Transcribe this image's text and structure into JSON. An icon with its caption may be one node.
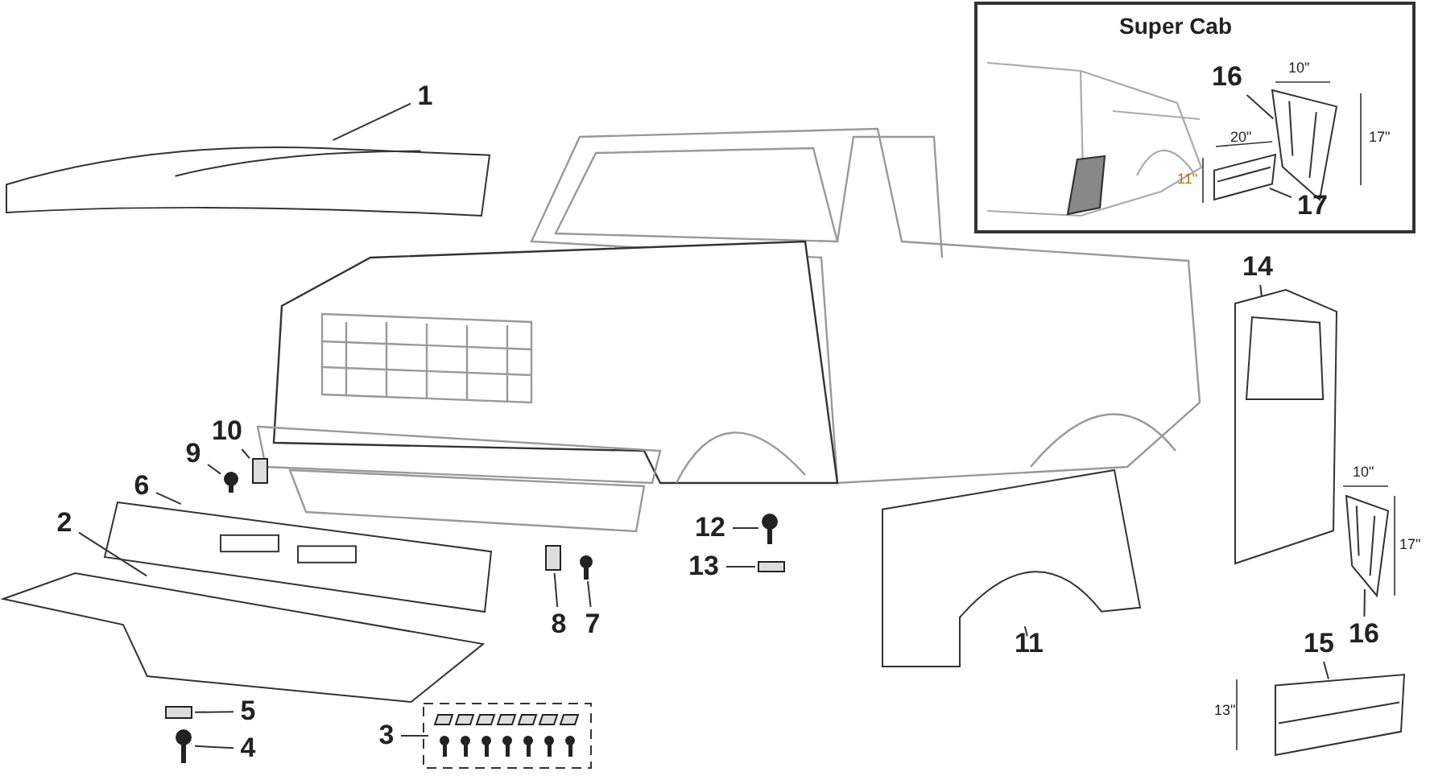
{
  "diagram": {
    "nodes": [
      {
        "text": [
          "Super Cab"
        ]
      },
      {
        "text": [
          "16"
        ],
        "in": 0
      },
      {
        "text": [],
        "shape": "picture",
        "in": 0
      },
      {
        "text": [
          "17"
        ],
        "in": 0
      },
      {
        "text": [],
        "shape": "picture",
        "in": 0
      },
      {
        "text": [
          "1"
        ]
      },
      {
        "text": [],
        "shape": "picture"
      },
      {
        "text": [
          "14"
        ]
      },
      {
        "text": [],
        "shape": "picture"
      },
      {
        "text": [
          "6"
        ]
      },
      {
        "text": [],
        "shape": "picture"
      },
      {
        "text": [
          "9"
        ]
      },
      {
        "text": [],
        "shape": "circle"
      },
      {
        "text": [
          "10"
        ]
      },
      {
        "text": [],
        "shape": "box"
      },
      {
        "text": [
          "2"
        ]
      },
      {
        "text": [],
        "shape": "picture"
      },
      {
        "text": [
          "12"
        ]
      },
      {
        "text": [],
        "shape": "circle"
      },
      {
        "text": [
          "13"
        ]
      },
      {
        "text": [],
        "shape": "box"
      },
      {
        "text": [
          "8"
        ]
      },
      {
        "text": [],
        "shape": "box"
      },
      {
        "text": [
          "7"
        ]
      },
      {
        "text": [],
        "shape": "circle"
      },
      {
        "text": [
          "11"
        ]
      },
      {
        "text": [],
        "shape": "picture"
      },
      {
        "text": [
          "16"
        ]
      },
      {
        "text": [],
        "shape": "picture"
      },
      {
        "text": [
          "15"
        ]
      },
      {
        "text": [],
        "shape": "picture"
      },
      {
        "text": [
          "5"
        ]
      },
      {
        "text": [],
        "shape": "box"
      },
      {
        "text": [
          "3"
        ]
      },
      {
        "text": [],
        "shape": "picture"
      },
      {
        "text": [
          "4"
        ]
      },
      {
        "text": [],
        "shape": "circle"
      }
    ],
    "edges": [
      {
        "from": 1,
        "to": 2,
        "arrow": "none"
      },
      {
        "from": 3,
        "to": 4,
        "arrow": "none"
      },
      {
        "from": 5,
        "to": 6,
        "arrow": "none"
      },
      {
        "from": 7,
        "to": 8,
        "arrow": "none"
      },
      {
        "from": 9,
        "to": 10,
        "arrow": "none"
      },
      {
        "from": 11,
        "to": 12,
        "arrow": "none"
      },
      {
        "from": 13,
        "to": 14,
        "arrow": "none"
      },
      {
        "from": 15,
        "to": 16,
        "arrow": "none"
      },
      {
        "from": 17,
        "to": 18,
        "arrow": "none"
      },
      {
        "from": 19,
        "to": 20,
        "arrow": "none"
      },
      {
        "from": 21,
        "to": 22,
        "arrow": "none"
      },
      {
        "from": 23,
        "to": 24,
        "arrow": "none"
      },
      {
        "from": 25,
        "to": 26,
        "arrow": "none"
      },
      {
        "from": 27,
        "to": 28,
        "arrow": "none"
      },
      {
        "from": 29,
        "to": 30,
        "arrow": "none"
      },
      {
        "from": 31,
        "to": 32,
        "arrow": "none"
      },
      {
        "from": 33,
        "to": 34,
        "arrow": "none"
      },
      {
        "from": 35,
        "to": 36,
        "arrow": "none"
      }
    ],
    "labels": [
      "10\"",
      "17\"",
      "20\"",
      "11\"",
      "10\"",
      "17\"",
      "13\""
    ]
  }
}
